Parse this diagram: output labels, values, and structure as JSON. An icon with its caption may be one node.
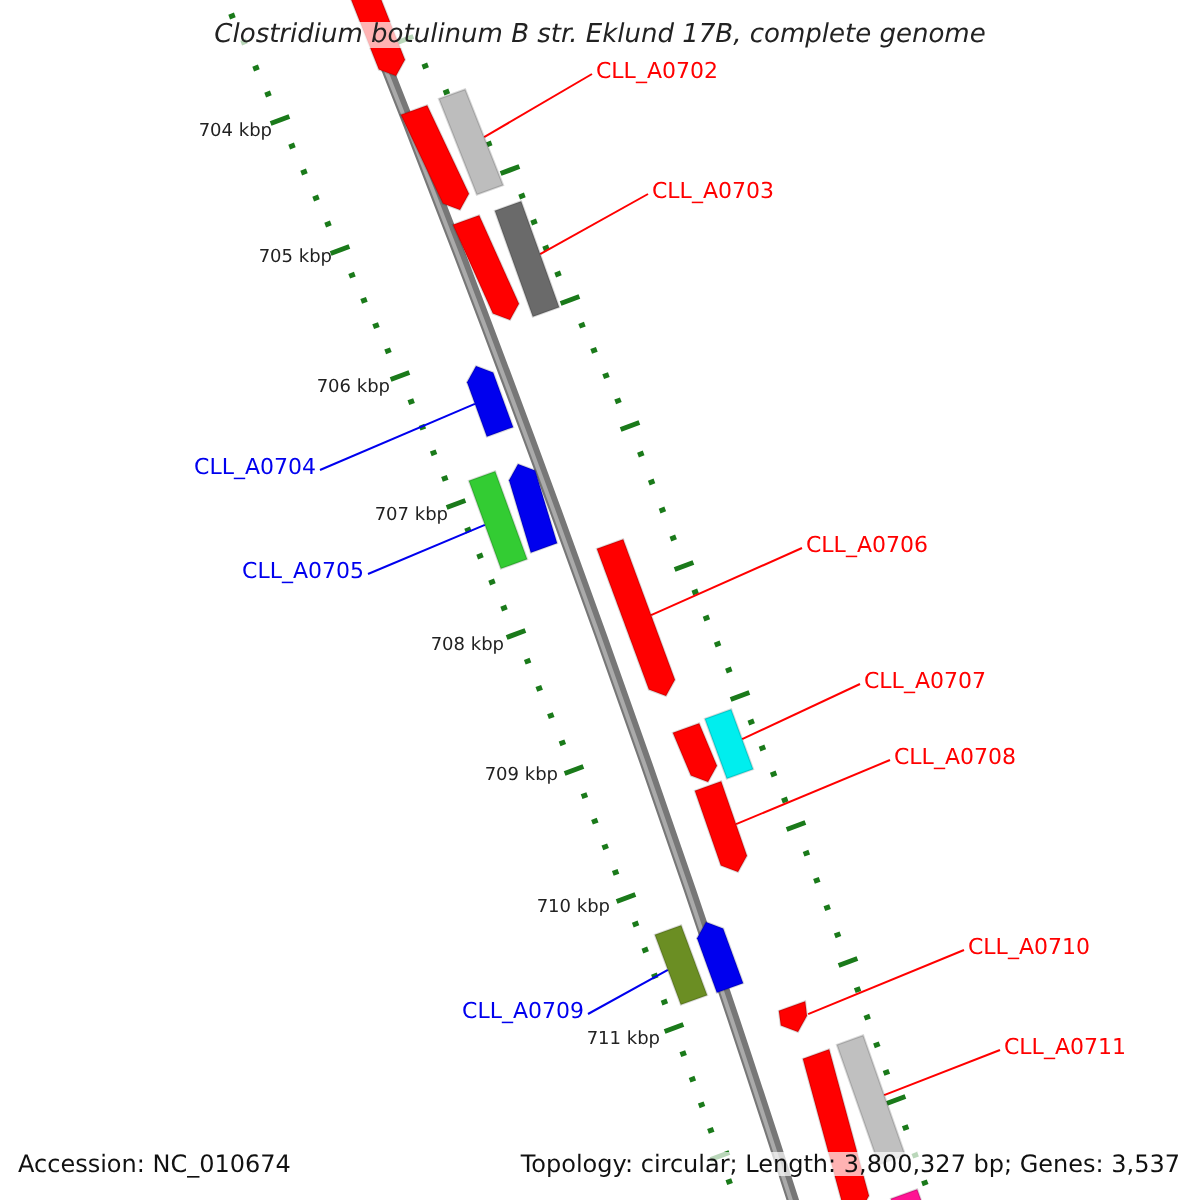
{
  "diagram": {
    "title": "Clostridium botulinum B str. Eklund 17B, complete genome",
    "nodes": [
      {
        "text": [
          "CLL_A0702"
        ]
      },
      {
        "text": [
          "CLL_A0703"
        ]
      },
      {
        "text": [
          "CLL_A0704"
        ]
      },
      {
        "text": [
          "CLL_A0705"
        ]
      },
      {
        "text": [
          "CLL_A0706"
        ]
      },
      {
        "text": [
          "CLL_A0707"
        ]
      },
      {
        "text": [
          "CLL_A0708"
        ]
      },
      {
        "text": [
          "CLL_A0709"
        ]
      },
      {
        "text": [
          "CLL_A0710"
        ]
      },
      {
        "text": [
          "CLL_A0711"
        ]
      },
      {
        "text": [],
        "shape": "bar"
      },
      {
        "text": [],
        "shape": "bar"
      },
      {
        "text": [],
        "shape": "bar"
      },
      {
        "text": [],
        "shape": "bar"
      },
      {
        "text": [],
        "shape": "bar"
      },
      {
        "text": [],
        "shape": "bar"
      },
      {
        "text": [],
        "shape": "bar"
      },
      {
        "text": [],
        "shape": "bar"
      },
      {
        "text": [],
        "shape": "bar"
      },
      {
        "text": [],
        "shape": "bar"
      },
      {
        "text": [],
        "shape": "bar"
      },
      {
        "text": [],
        "shape": "bar"
      },
      {
        "text": [],
        "shape": "bar"
      },
      {
        "text": [],
        "shape": "bar"
      },
      {
        "text": [],
        "shape": "bar"
      },
      {
        "text": [],
        "shape": "bar"
      },
      {
        "text": [],
        "shape": "bar"
      },
      {
        "text": [],
        "shape": "bar"
      }
    ],
    "edges": [
      {
        "from": 0,
        "to": 12,
        "arrow": "none"
      },
      {
        "from": 1,
        "to": 14,
        "arrow": "none"
      },
      {
        "from": 2,
        "to": 15,
        "arrow": "none",
        "color": "#0000ee"
      },
      {
        "from": 3,
        "to": 16,
        "arrow": "none",
        "color": "#0000ee"
      },
      {
        "from": 4,
        "to": 18,
        "arrow": "none"
      },
      {
        "from": 5,
        "to": 20,
        "arrow": "none"
      },
      {
        "from": 6,
        "to": 21,
        "arrow": "none"
      },
      {
        "from": 7,
        "to": 22,
        "arrow": "none",
        "color": "#0000ee"
      },
      {
        "from": 8,
        "to": 24,
        "arrow": "none"
      },
      {
        "from": 9,
        "to": 26,
        "arrow": "none"
      }
    ],
    "labels": [
      "704 kbp",
      "705 kbp",
      "706 kbp",
      "707 kbp",
      "708 kbp",
      "709 kbp",
      "710 kbp",
      "711 kbp",
      "Accession: NC_010674",
      "Topology: circular; Length: 3,800,327 bp; Genes: 3,537"
    ]
  }
}
